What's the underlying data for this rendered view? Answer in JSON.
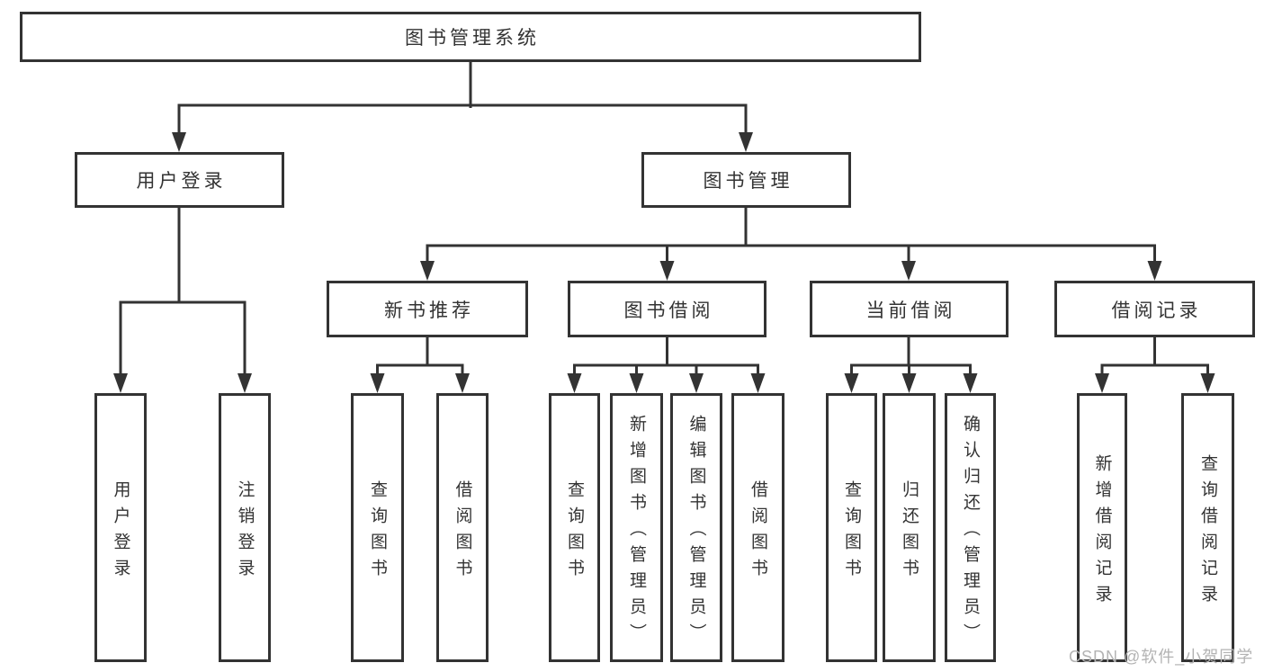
{
  "diagram": {
    "root": {
      "label": "图书管理系统"
    },
    "level2": [
      {
        "label": "用户登录"
      },
      {
        "label": "图书管理"
      }
    ],
    "level3": [
      {
        "label": "新书推荐"
      },
      {
        "label": "图书借阅"
      },
      {
        "label": "当前借阅"
      },
      {
        "label": "借阅记录"
      }
    ],
    "leaves": {
      "user_login": [
        "用户登录",
        "注销登录"
      ],
      "new_books": [
        "查询图书",
        "借阅图书"
      ],
      "book_borrow": [
        "查询图书",
        "新增图书（管理员）",
        "编辑图书（管理员）",
        "借阅图书"
      ],
      "current_borrow": [
        "查询图书",
        "归还图书",
        "确认归还（管理员）"
      ],
      "borrow_records": [
        "新增借阅记录",
        "查询借阅记录"
      ]
    }
  },
  "watermark": "CSDN @软件_小贺同学",
  "colors": {
    "line": "#333333",
    "text": "#333333",
    "watermark": "#b3b3b3",
    "background": "#ffffff"
  }
}
